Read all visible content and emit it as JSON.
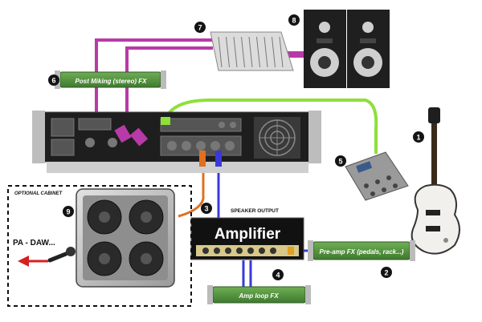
{
  "badges": [
    "1",
    "2",
    "3",
    "4",
    "5",
    "6",
    "7",
    "8",
    "9"
  ],
  "labels": {
    "post_miking": "Post Miking (stereo) FX",
    "preamp_fx": "Pre-amp FX (pedals, rack...)",
    "amp_loop": "Amp loop FX",
    "amplifier": "Amplifier",
    "speaker_output": "SPEAKER OUTPUT",
    "optional_cabinet": "OPTIONAL CABINET",
    "pa_daw": "PA - DAW..."
  },
  "colors": {
    "purple_cable": "#b83aa8",
    "green_cable": "#8ee03a",
    "blue_cable": "#3a3ad8",
    "orange_cable": "#e07020",
    "rack_green": "#4f8a3a",
    "device_dark": "#2a2a2a",
    "badge": "#141414",
    "mic_arrow": "#d42020"
  },
  "icons": [
    "guitar-icon",
    "pedal-board-icon",
    "mixer-icon",
    "speaker-pair-icon",
    "cabinet-icon",
    "microphone-icon",
    "fan-icon"
  ]
}
